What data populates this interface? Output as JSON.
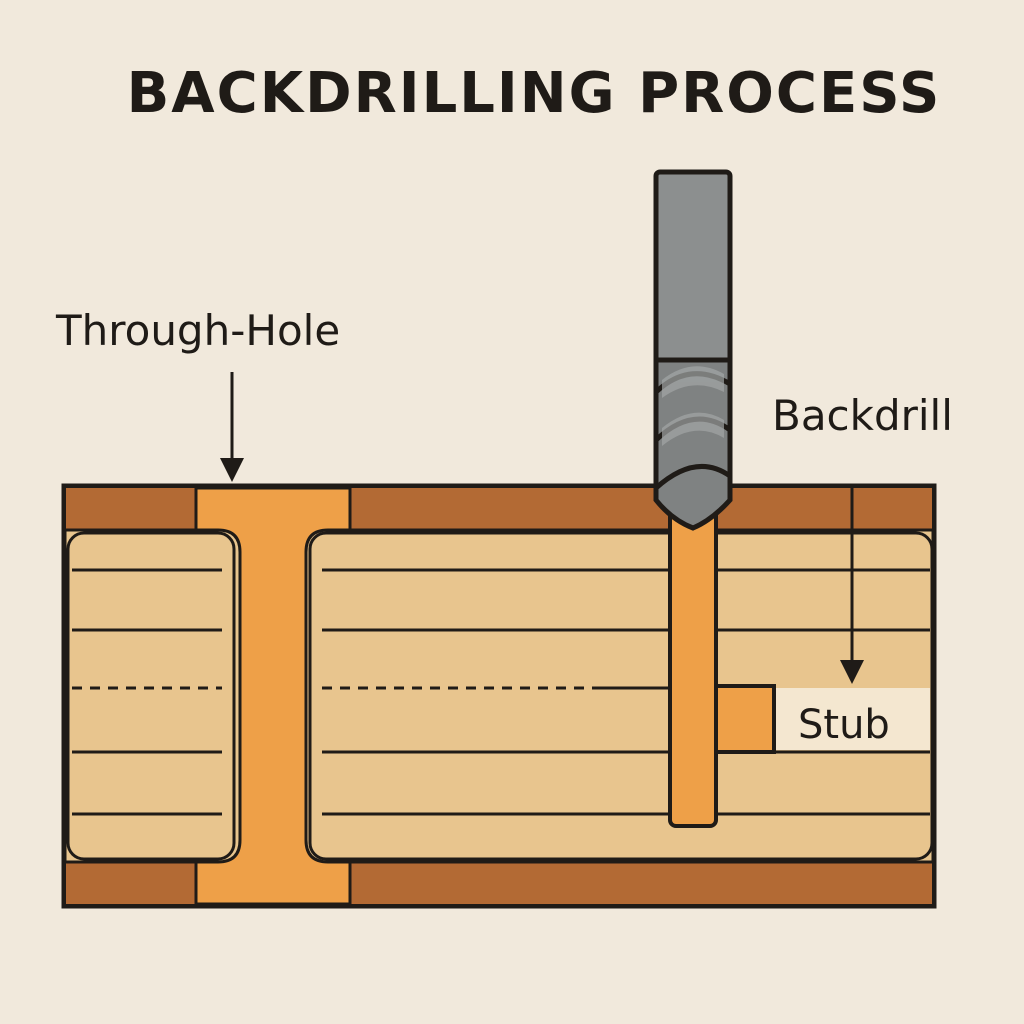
{
  "title": "BACKDRILLING PROCESS",
  "labels": {
    "through_hole": "Through-Hole",
    "backdrill": "Backdrill",
    "stub": "Stub"
  },
  "colors": {
    "background": "#f1e9dc",
    "copper_layer": "#b36a34",
    "laminate": "#e8c58e",
    "plating": "#eea048",
    "drill_bit": "#858888",
    "outline": "#1f1b17"
  },
  "icons": {
    "drill": "drill-bit-icon"
  }
}
